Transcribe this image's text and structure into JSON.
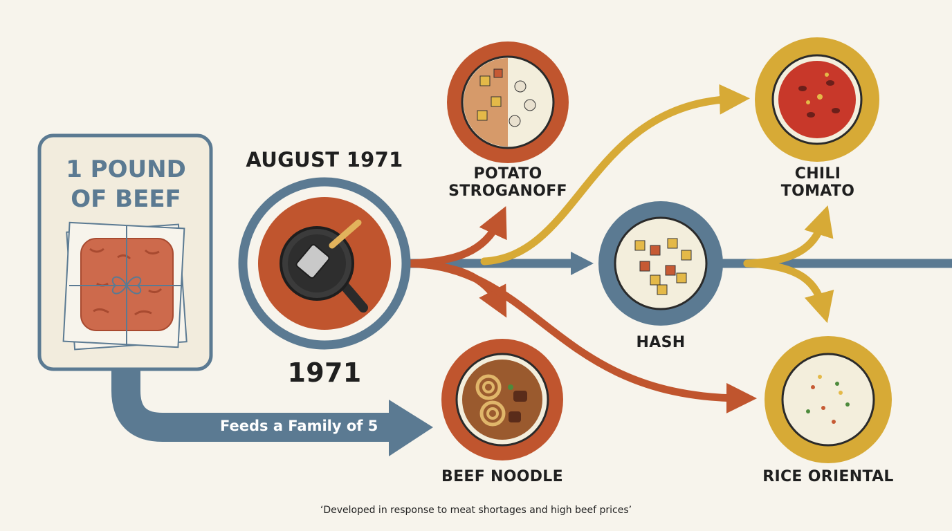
{
  "source": {
    "line1": "1 POUND",
    "line2": "OF BEEF"
  },
  "date_top": "AUGUST 1971",
  "date_bottom": "1971",
  "flow_label": "Feeds a Family of 5",
  "dishes": {
    "stroganoff": "POTATO\nSTROGANOFF",
    "beef_noodle": "BEEF NOODLE",
    "hash": "HASH",
    "chili": "CHILI\nTOMATO",
    "rice": "RICE ORIENTAL"
  },
  "caption": "‘Developed in response to meat shortages and high beef prices’",
  "colors": {
    "background": "#f7f4ec",
    "slate": "#5b7a92",
    "rust": "#c0552e",
    "mustard": "#d7aa36",
    "cream": "#f3eedc"
  },
  "icons": [
    "wrapped-beef-icon",
    "skillet-spatula-icon",
    "stroganoff-bowl-icon",
    "noodle-bowl-icon",
    "hash-bowl-icon",
    "chili-bowl-icon",
    "rice-bowl-icon"
  ]
}
